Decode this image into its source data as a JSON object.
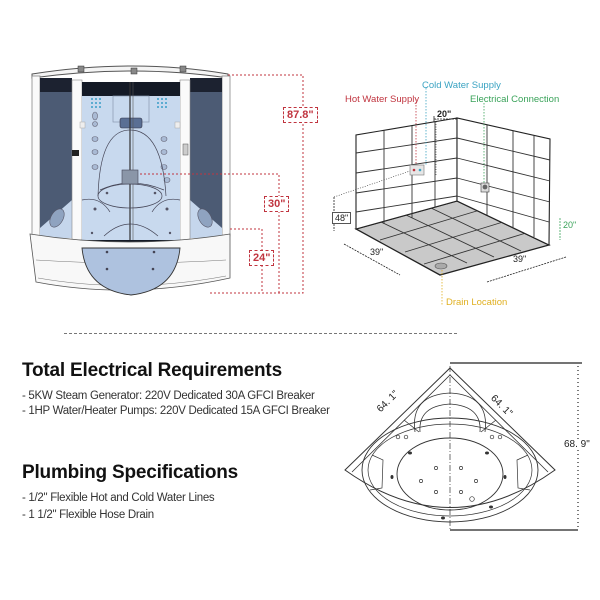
{
  "shower_front": {
    "dimensions": {
      "total_height": "87.8\"",
      "seat_height": "30\"",
      "tub_height": "24\""
    },
    "colors": {
      "dimension_red": "#c0343f",
      "glass_blue": "#c5d6ec",
      "side_panel": "#4a5a72",
      "frame": "#ffffff"
    }
  },
  "rough_in": {
    "labels": {
      "hot_water": "Hot Water Supply",
      "cold_water": "Cold Water Supply",
      "electrical": "Electrical Connection",
      "drain": "Drain Location"
    },
    "dimensions": {
      "supply_offset": "20\"",
      "supply_height": "48\"",
      "electrical_height": "20\"",
      "floor_left": "39\"",
      "floor_right": "39\""
    },
    "colors": {
      "hot": "#c0343f",
      "cold": "#3aa3c2",
      "electrical": "#3aa35a",
      "drain": "#e0b020"
    }
  },
  "electrical": {
    "title": "Total Electrical Requirements",
    "items": [
      "- 5KW Steam Generator: 220V Dedicated 30A GFCI Breaker",
      "- 1HP Water/Heater Pumps: 220V Dedicated 15A GFCI Breaker"
    ]
  },
  "plumbing": {
    "title": "Plumbing Specifications",
    "items": [
      "- 1/2\" Flexible Hot and Cold Water Lines",
      "- 1 1/2\" Flexible Hose Drain"
    ]
  },
  "tub_plan": {
    "dimensions": {
      "left_side": "64. 1\"",
      "right_side": "64. 1\"",
      "depth": "68. 9\""
    }
  }
}
